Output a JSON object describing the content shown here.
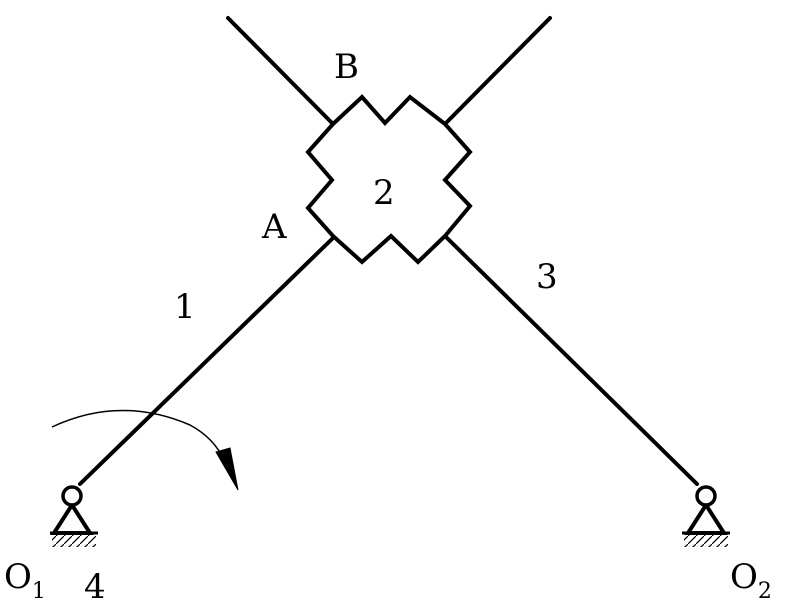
{
  "labels": {
    "point_b": "B",
    "point_a": "A",
    "link_1": "1",
    "link_2": "2",
    "link_3": "3",
    "ground_4": "4",
    "pivot_o1_main": "O",
    "pivot_o1_sub": "1",
    "pivot_o2_main": "O",
    "pivot_o2_sub": "2"
  }
}
